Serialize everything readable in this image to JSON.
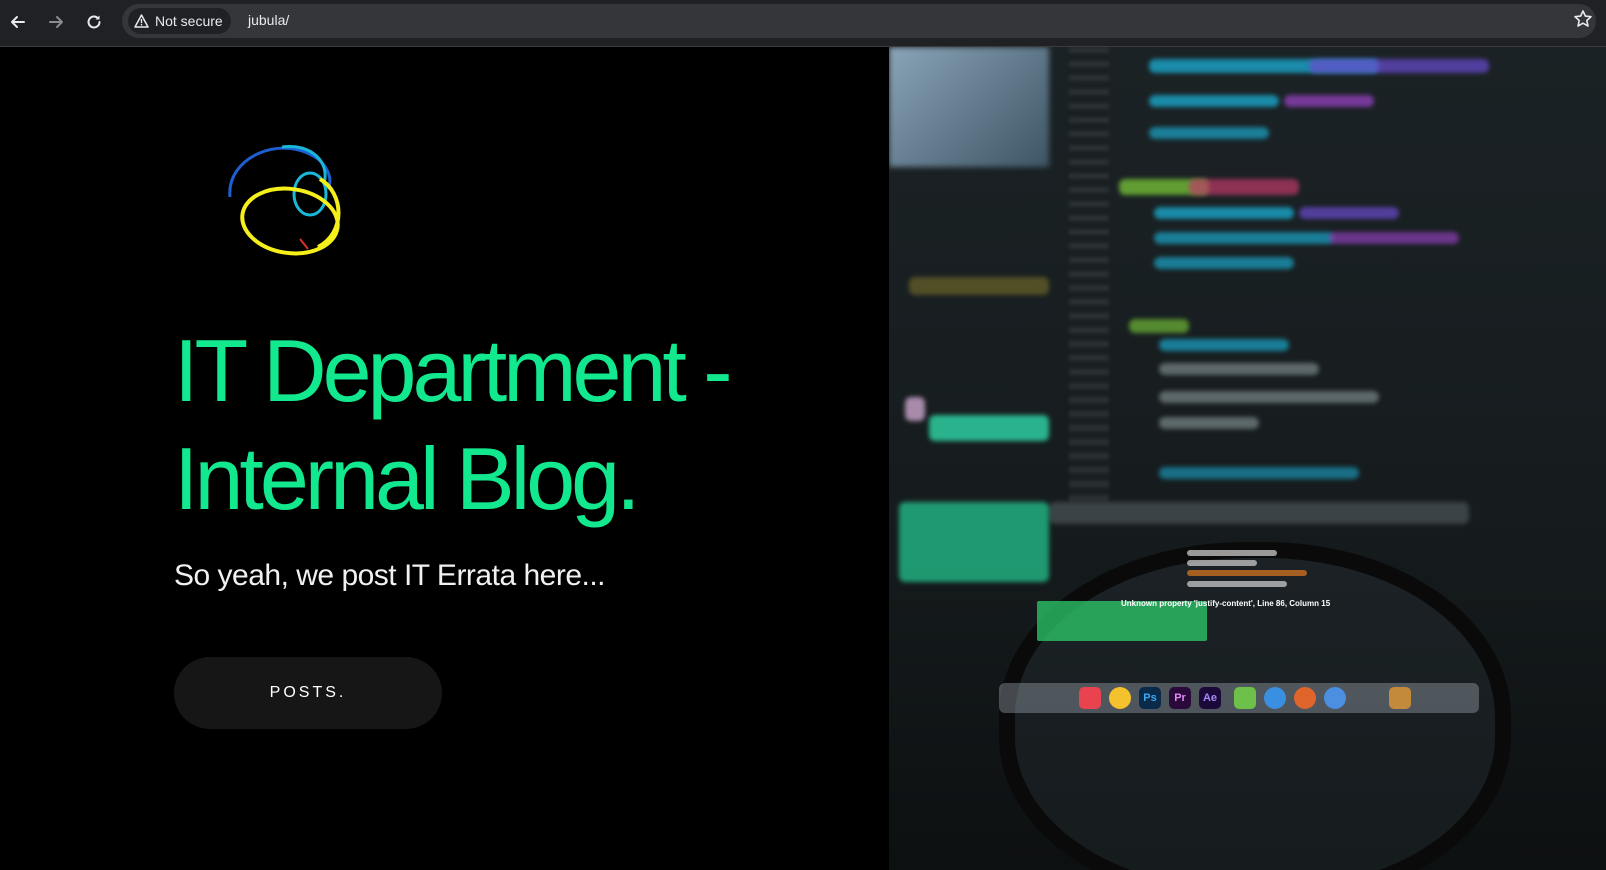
{
  "browser": {
    "security_label": "Not secure",
    "url": "jubula/",
    "icons": [
      "back-arrow-icon",
      "forward-arrow-icon",
      "reload-icon",
      "warning-icon",
      "bookmark-star-icon"
    ]
  },
  "hero": {
    "headline_line1": "IT Department -",
    "headline_line2": "Internal Blog.",
    "tagline": "So yeah, we post IT Errata here...",
    "cta_label": "POSTS."
  },
  "photo": {
    "lens_error_text": "Unknown property 'justify-content', Line 86, Column 15",
    "dock_labels": [
      "Ps",
      "Pr",
      "Ae"
    ]
  },
  "colors": {
    "accent_green": "#12e88e",
    "background": "#000000",
    "button_bg": "#161616",
    "logo_yellow": "#f5ef1a",
    "logo_cyan": "#1ab8d8",
    "logo_blue": "#1e5fd0"
  }
}
